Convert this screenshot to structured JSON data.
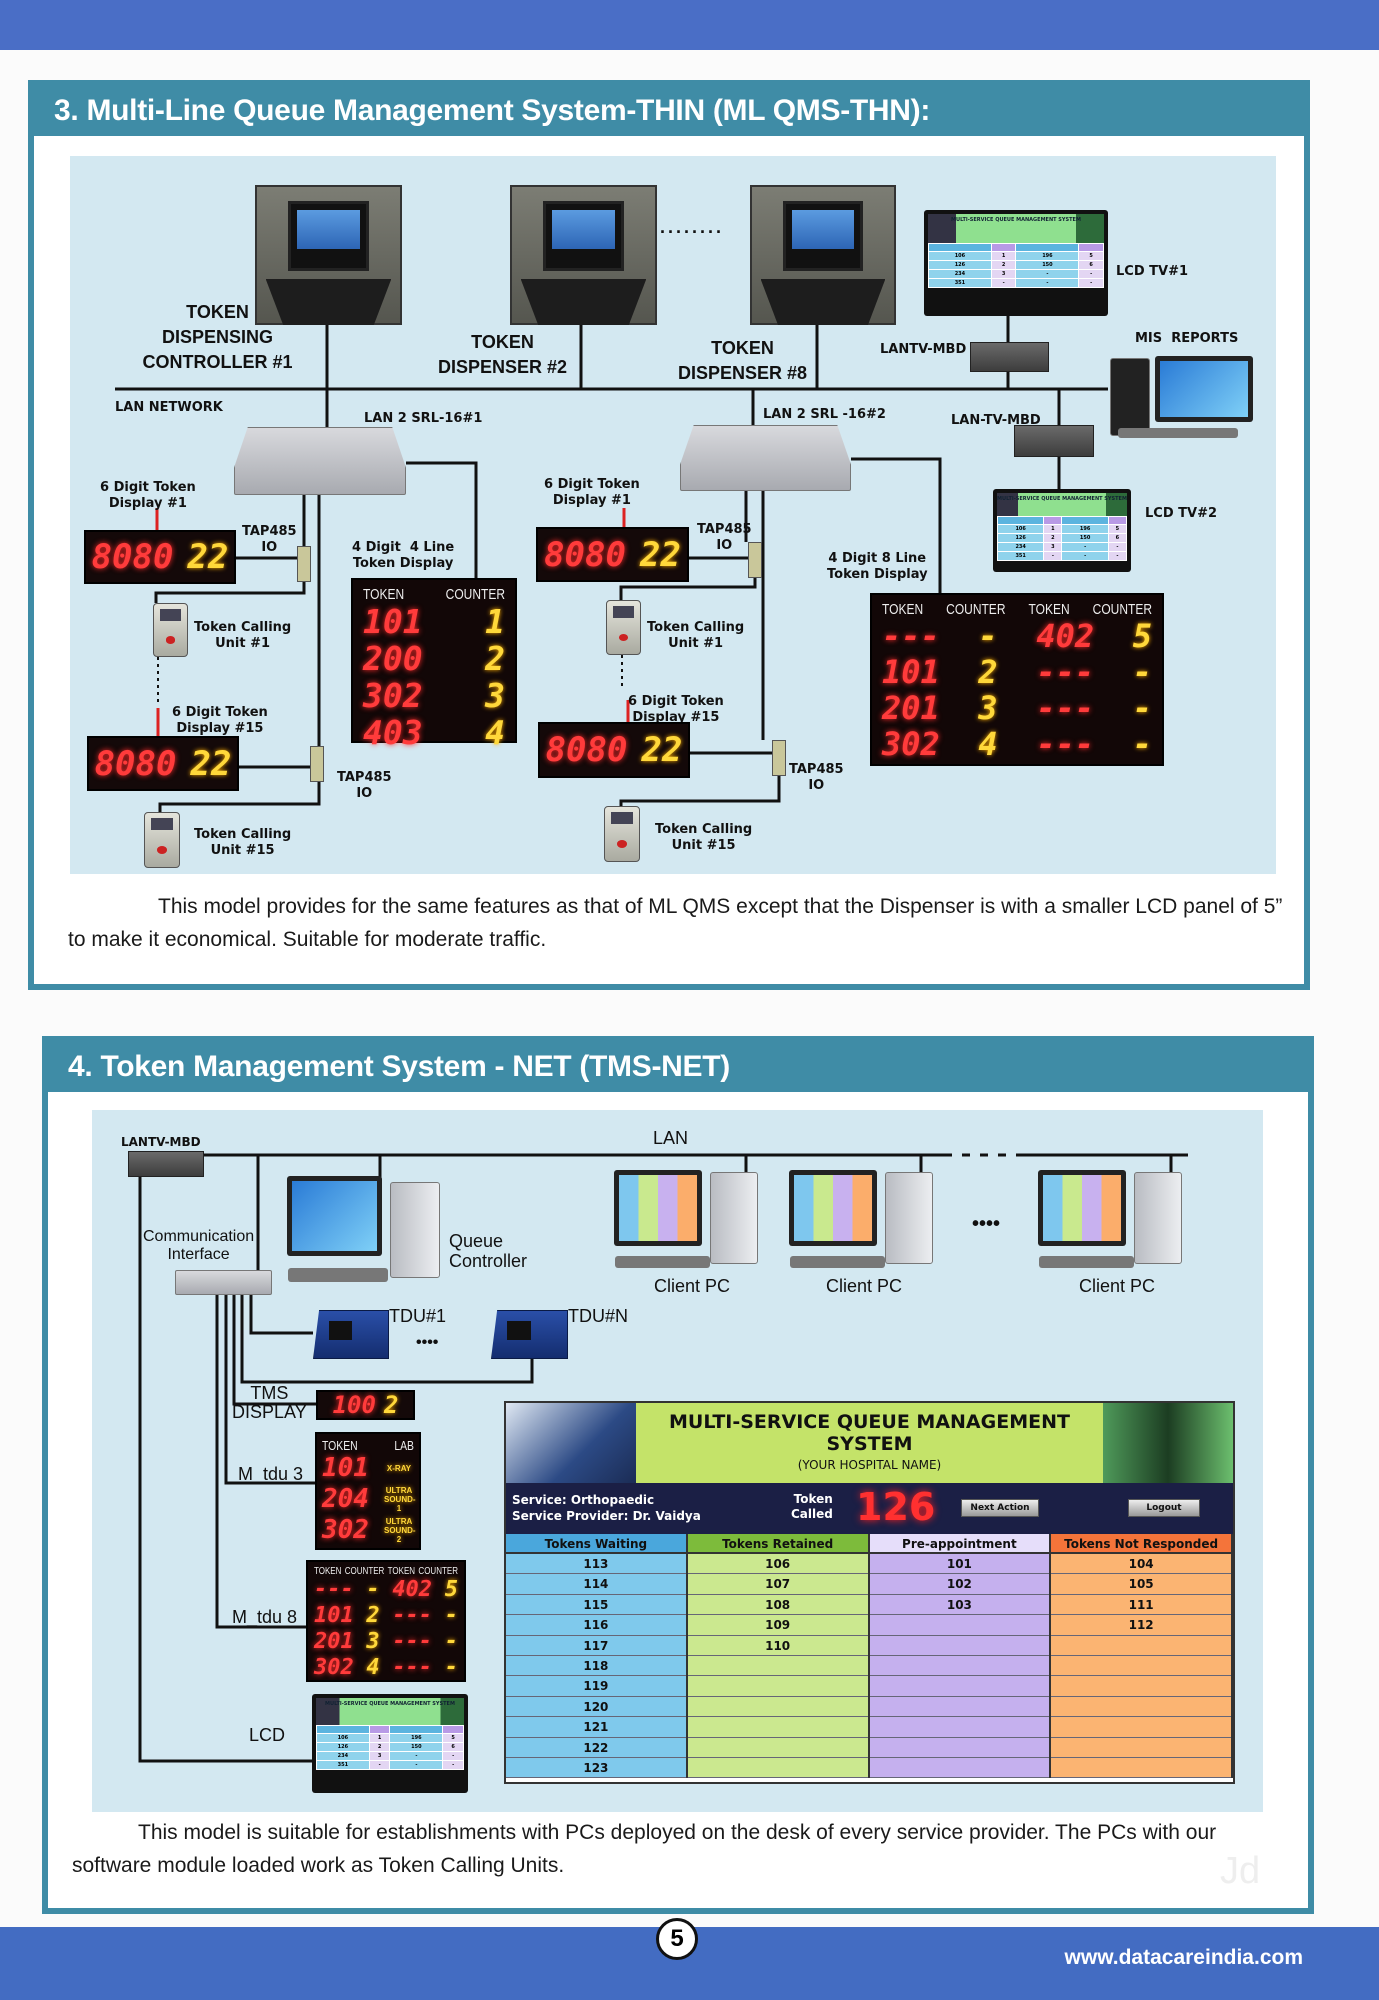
{
  "footer": {
    "page_number": "5",
    "url": "www.datacareindia.com"
  },
  "colors": {
    "brand_blue": "#4a6ec6",
    "section_teal": "#3f8ca6",
    "diagram_bg": "#d3e8f1",
    "led_red": "#ff3b3b",
    "led_yellow": "#ffd83a"
  },
  "s3": {
    "title": "3. Multi-Line Queue Management System-THIN (ML QMS-THN):",
    "labels": {
      "dispenser1": "TOKEN\nDISPENSING\nCONTROLLER #1",
      "dispenser2": "TOKEN\nDISPENSER #2",
      "dispenser8": "TOKEN\nDISPENSER #8",
      "dots": "........",
      "lan_network": "LAN NETWORK",
      "switch1": "LAN 2 SRL-16#1",
      "switch2": "LAN 2 SRL -16#2",
      "lantv_mbd": "LANTV-MBD",
      "lan_tv_mbd": "LAN-TV-MBD",
      "lcd_tv1": "LCD TV#1",
      "lcd_tv2": "LCD TV#2",
      "mis_reports": "MIS  REPORTS",
      "six_digit_1": "6 Digit Token\nDisplay #1",
      "six_digit_15": "6 Digit Token\nDisplay #15",
      "tap485": "TAP485\nIO",
      "calling_unit_1": "Token Calling\nUnit #1",
      "calling_unit_15": "Token Calling\nUnit #15",
      "four_line": "4 Digit  4 Line\nToken Display",
      "eight_line": "4 Digit 8 Line\nToken Display"
    },
    "six_digit": {
      "token": "8080",
      "counter": "22"
    },
    "four_line": {
      "headers": [
        "TOKEN",
        "COUNTER"
      ],
      "rows": [
        [
          "101",
          "1"
        ],
        [
          "200",
          "2"
        ],
        [
          "302",
          "3"
        ],
        [
          "403",
          "4"
        ]
      ]
    },
    "eight_line": {
      "headers": [
        "TOKEN",
        "COUNTER",
        "TOKEN",
        "COUNTER"
      ],
      "rows": [
        [
          "---",
          "-",
          "402",
          "5"
        ],
        [
          "101",
          "2",
          "---",
          "-"
        ],
        [
          "201",
          "3",
          "---",
          "-"
        ],
        [
          "302",
          "4",
          "---",
          "-"
        ]
      ]
    },
    "lcd_tv": {
      "title": "MULTI-SERVICE QUEUE MANAGEMENT SYSTEM",
      "rows": [
        [
          "106",
          "1",
          "196",
          "5"
        ],
        [
          "126",
          "2",
          "150",
          "6"
        ],
        [
          "234",
          "3",
          "-",
          "-"
        ],
        [
          "351",
          "-",
          "-",
          "-"
        ]
      ]
    },
    "paragraph": "This model provides for the same features as that of ML QMS except that the Dispenser is with a smaller LCD panel of 5” to make it economical. Suitable for moderate traffic."
  },
  "s4": {
    "title": "4. Token Management System - NET (TMS-NET)",
    "labels": {
      "lantv_mbd": "LANTV-MBD",
      "lan": "LAN",
      "comm_interface": "Communication\nInterface",
      "queue_controller": "Queue\nController",
      "client_pc": "Client PC",
      "dots": "••••",
      "tdu1": "TDU#1",
      "tdun": "TDU#N",
      "tms_display": "TMS\nDISPLAY",
      "m_tdu3": "M_tdu 3",
      "m_tdu8": "M_tdu 8",
      "lcd": "LCD"
    },
    "tms_display": {
      "token": "100",
      "counter": "2"
    },
    "m_tdu3": {
      "headers": [
        "TOKEN",
        "LAB"
      ],
      "rows": [
        [
          "101",
          "X-RAY"
        ],
        [
          "204",
          "ULTRA SOUND-1"
        ],
        [
          "302",
          "ULTRA SOUND-2"
        ]
      ]
    },
    "screen": {
      "title": "MULTI-SERVICE QUEUE MANAGEMENT SYSTEM",
      "subtitle": "(YOUR HOSPITAL NAME)",
      "service": "Service: Orthopaedic",
      "provider": "Service Provider: Dr. Vaidya",
      "token_called_label": "Token\nCalled",
      "token_called": "126",
      "next_action": "Next Action",
      "logout": "Logout",
      "columns": [
        {
          "header": "Tokens Waiting",
          "color": "#7fc9ec",
          "head_color": "#4aa7dc",
          "values": [
            "113",
            "114",
            "115",
            "116",
            "117",
            "118",
            "119",
            "120",
            "121",
            "122",
            "123"
          ]
        },
        {
          "header": "Tokens Retained",
          "color": "#cbe88f",
          "head_color": "#7dbb3b",
          "values": [
            "106",
            "107",
            "108",
            "109",
            "110"
          ]
        },
        {
          "header": "Pre-appointment",
          "color": "#c5b0ee",
          "head_color": "#e6defa",
          "values": [
            "101",
            "102",
            "103"
          ]
        },
        {
          "header": "Tokens Not Responded",
          "color": "#fbb472",
          "head_color": "#f4743a",
          "values": [
            "104",
            "105",
            "111",
            "112"
          ]
        }
      ]
    },
    "paragraph": "This model is suitable for establishments with PCs deployed on the desk of every service provider. The PCs  with our software module loaded work as Token Calling Units."
  }
}
